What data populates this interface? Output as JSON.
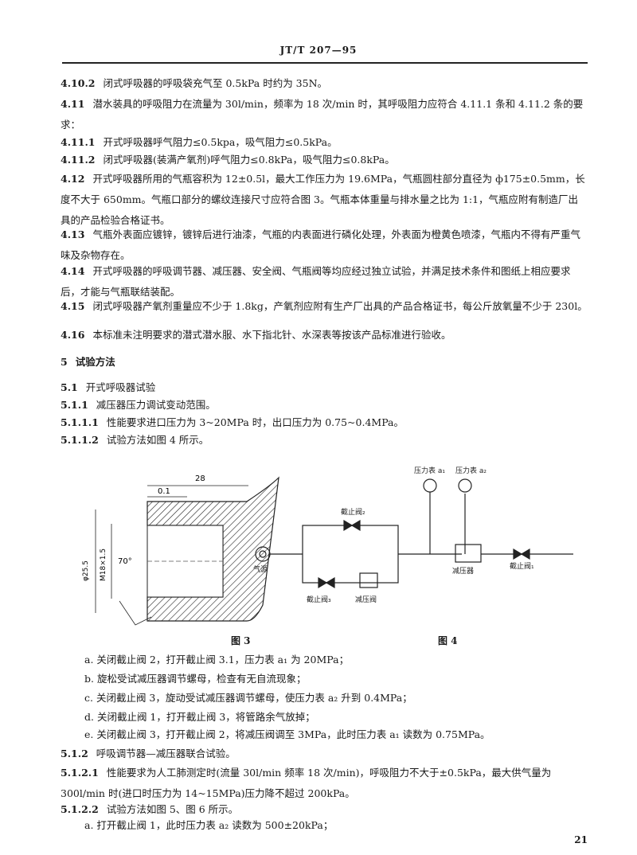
{
  "header": {
    "standard_no": "JT/T 207—95"
  },
  "paragraphs": [
    {
      "num": "4.10.2",
      "text": "闭式呼吸器的呼吸袋充气至 0.5kPa 时约为 35N。"
    },
    {
      "num": "4.11",
      "text": "潜水装具的呼吸阻力在流量为 30l/min，频率为 18 次/min 时，其呼吸阻力应符合 4.11.1 条和 4.11.2 条的要求："
    },
    {
      "num": "4.11.1",
      "text": "开式呼吸器呼气阻力≤0.5kpa，吸气阻力≤0.5kPa。"
    },
    {
      "num": "4.11.2",
      "text": "闭式呼吸器(装满产氧剂)呼气阻力≤0.8kPa，吸气阻力≤0.8kPa。"
    },
    {
      "num": "4.12",
      "text": "开式呼吸器所用的气瓶容积为 12±0.5l，最大工作压力为 19.6MPa，气瓶圆柱部分直径为 ф175±0.5mm，长度不大于 650mm。气瓶口部分的螺纹连接尺寸应符合图 3。气瓶本体重量与排水量之比为 1:1，气瓶应附有制造厂出具的产品检验合格证书。"
    },
    {
      "num": "4.13",
      "text": "气瓶外表面应镀锌，镀锌后进行油漆，气瓶的内表面进行磷化处理，外表面为橙黄色喷漆，气瓶内不得有严重气味及杂物存在。"
    },
    {
      "num": "4.14",
      "text": "开式呼吸器的呼吸调节器、减压器、安全阀、气瓶阀等均应经过独立试验，并满足技术条件和图纸上相应要求后，才能与气瓶联结装配。"
    },
    {
      "num": "4.15",
      "text": "闭式呼吸器产氧剂重量应不少于 1.8kg，产氧剂应附有生产厂出具的产品合格证书，每公斤放氧量不少于 230l。"
    },
    {
      "num": "4.16",
      "text": "本标准未注明要求的潜式潜水服、水下指北针、水深表等按该产品标准进行验收。"
    }
  ],
  "section5": {
    "title_num": "5",
    "title": "试验方法",
    "items": [
      {
        "num": "5.1",
        "text": "开式呼吸器试验"
      },
      {
        "num": "5.1.1",
        "text": "减压器压力调试变动范围。"
      },
      {
        "num": "5.1.1.1",
        "text": "性能要求进口压力为 3~20MPa 时，出口压力为 0.75~0.4MPa。"
      },
      {
        "num": "5.1.1.2",
        "text": "试验方法如图 4 所示。"
      }
    ]
  },
  "figure3": {
    "caption": "图  3",
    "dims": {
      "d1": "28",
      "d2": "0.1",
      "angle": "70°",
      "thread": "M18×1.5",
      "dia": "φ25.5"
    }
  },
  "figure4": {
    "caption": "图  4",
    "labels": {
      "gauge1": "压力表 a₁",
      "gauge2": "压力表 a₂",
      "valve1": "截止阀₁",
      "valve2": "截止阀₂",
      "valve3": "截止阀₃",
      "reducer_box": "减压器",
      "reducer_valve": "减压阀",
      "gas_source": "气源"
    }
  },
  "steps": [
    "a. 关闭截止阀 2，打开截止阀 3.1，压力表 a₁ 为 20MPa；",
    "b. 旋松受试减压器调节螺母，检查有无自流现象；",
    "c. 关闭截止阀 3，旋动受试减压器调节螺母，使压力表 a₂ 升到 0.4MPa；",
    "d. 关闭截止阀 1，打开截止阀 3，将管路余气放掉；",
    "e. 关闭截止阀 3，打开截止阀 2，将减压阀调至 3MPa，此时压力表 a₁ 读数为 0.75MPa。"
  ],
  "section512": [
    {
      "num": "5.1.2",
      "text": "呼吸调节器—减压器联合试验。"
    },
    {
      "num": "5.1.2.1",
      "text": "性能要求为人工肺测定时(流量 30l/min 频率 18 次/min)，呼吸阻力不大于±0.5kPa，最大供气量为 300l/min 时(进口时压力为 14~15MPa)压力降不超过 200kPa。"
    },
    {
      "num": "5.1.2.2",
      "text": "试验方法如图 5、图 6 所示。"
    }
  ],
  "last_step": "a. 打开截止阀 1，此时压力表 a₂ 读数为 500±20kPa；",
  "page_number": "21"
}
